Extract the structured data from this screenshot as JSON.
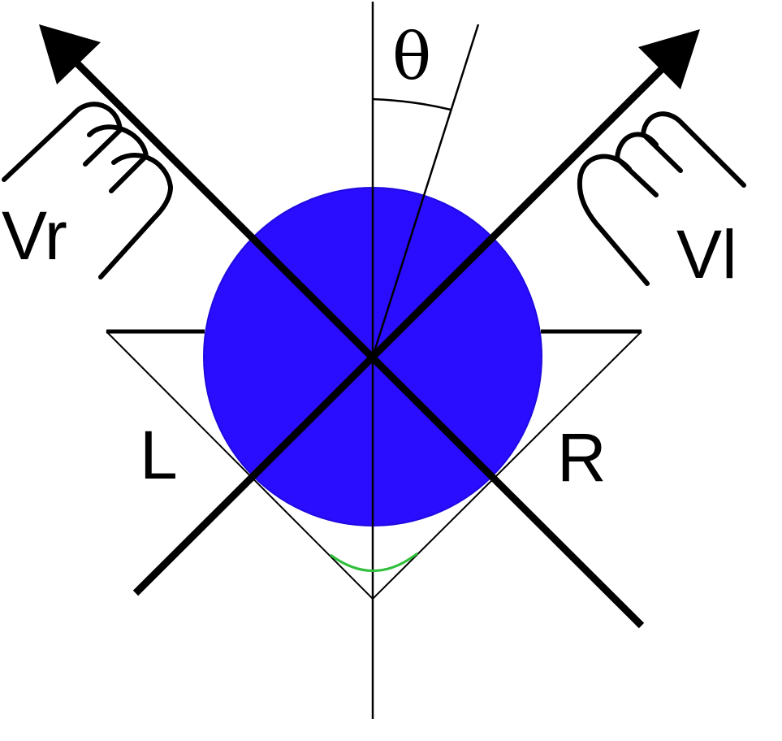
{
  "labels": {
    "theta": "θ",
    "vr": "Vr",
    "vl": "Vl",
    "l": "L",
    "r": "R"
  },
  "colors": {
    "disk": "#2a0cff",
    "disk_stroke": "#1f0ae0",
    "angle_arc": "#2fbf3a",
    "lines": "#000000"
  },
  "icons": {
    "left_arrow": "arrow-up-left-icon",
    "right_arrow": "arrow-up-right-icon",
    "left_coil": "coil-icon",
    "right_coil": "coil-icon"
  }
}
